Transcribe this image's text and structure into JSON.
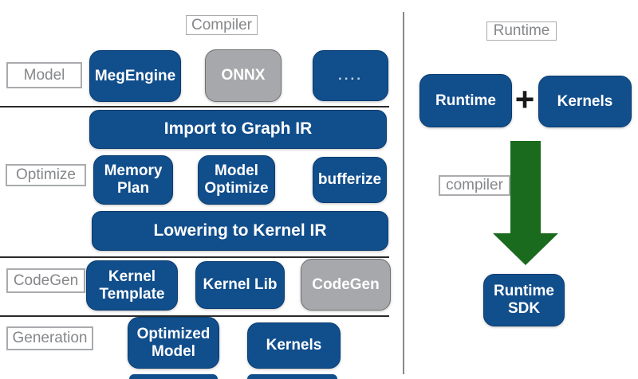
{
  "colors": {
    "box_blue": "#114E8C",
    "box_gray": "#A6A8AB",
    "arrow_green": "#1A6B1E",
    "label_text_gray": "#85878A",
    "box_text_white": "#FFFFFF"
  },
  "compiler": {
    "title": "Compiler",
    "model": {
      "label": "Model",
      "boxes": [
        "MegEngine",
        "ONNX",
        "...."
      ]
    },
    "import_bar": "Import to Graph IR",
    "optimize": {
      "label": "Optimize",
      "boxes": [
        "Memory Plan",
        "Model Optimize",
        "bufferize"
      ]
    },
    "lowering_bar": "Lowering to Kernel IR",
    "codegen": {
      "label": "CodeGen",
      "boxes": [
        "Kernel Template",
        "Kernel Lib",
        "CodeGen"
      ]
    },
    "generation": {
      "label": "Generation",
      "boxes": [
        "Optimized Model",
        "Kernels"
      ]
    }
  },
  "runtime": {
    "title": "Runtime",
    "left_box": "Runtime",
    "plus": "+",
    "right_box": "Kernels",
    "arrow_label": "compiler",
    "result_box": "Runtime SDK"
  }
}
